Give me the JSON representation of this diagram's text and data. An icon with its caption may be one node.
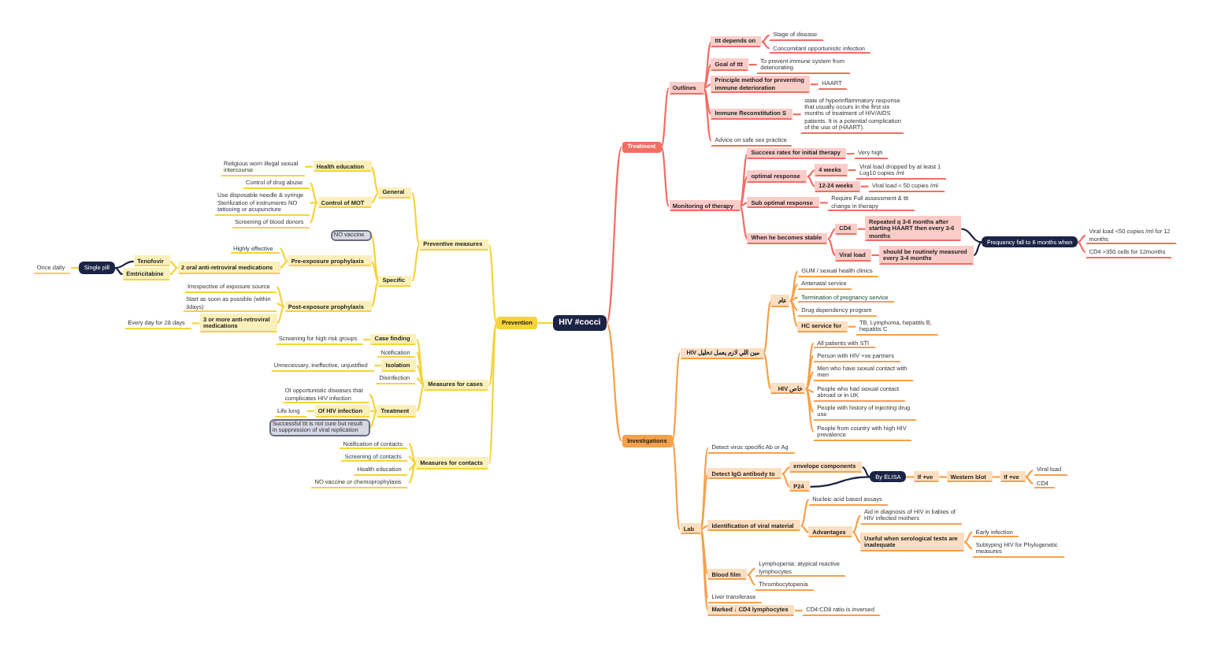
{
  "diagram": {
    "nodes": [
      {
        "text": [
          "HIV #cocci"
        ]
      },
      {
        "text": [
          "Prevention"
        ]
      },
      {
        "text": [
          "Preventive measures"
        ]
      },
      {
        "text": [
          "General"
        ]
      },
      {
        "text": [
          "Health education"
        ]
      },
      {
        "text": [
          "Religious worn illegal sexual intercourse"
        ]
      },
      {
        "text": [
          "Control of MOT"
        ]
      },
      {
        "text": [
          "Control of drug abuse"
        ]
      },
      {
        "text": [
          "Use disposable needle & syringe Sterilization of instruments NO tattooing or acupuncture"
        ]
      },
      {
        "text": [
          "Screening of blood donors"
        ]
      },
      {
        "text": [
          "Specific"
        ]
      },
      {
        "text": [
          "NO vaccine"
        ]
      },
      {
        "text": [
          "Pre-exposure prophylaxis"
        ]
      },
      {
        "text": [
          "Highly effective"
        ]
      },
      {
        "text": [
          "2 oral anti-retroviral medications"
        ]
      },
      {
        "text": [
          "Tenofovir"
        ]
      },
      {
        "text": [
          "Emtricitabine"
        ]
      },
      {
        "text": [
          "Single pill"
        ]
      },
      {
        "text": [
          "Once daily"
        ]
      },
      {
        "text": [
          "Post-exposure prophylaxis"
        ]
      },
      {
        "text": [
          "Irrespective of exposure source"
        ]
      },
      {
        "text": [
          "Start as soon as possible (within 3days)"
        ]
      },
      {
        "text": [
          "3 or more anti-retroviral medications"
        ]
      },
      {
        "text": [
          "Every day for 28 days"
        ]
      },
      {
        "text": [
          "Measures for cases"
        ]
      },
      {
        "text": [
          "Case finding"
        ]
      },
      {
        "text": [
          "Screening for high risk groups"
        ]
      },
      {
        "text": [
          "Notification"
        ]
      },
      {
        "text": [
          "Isolation"
        ]
      },
      {
        "text": [
          "Unnecessary, ineffective, unjustified"
        ]
      },
      {
        "text": [
          "Disinfection"
        ]
      },
      {
        "text": [
          "Treatment"
        ]
      },
      {
        "text": [
          "OI opportunistic diseases that complicates HIV infection"
        ]
      },
      {
        "text": [
          "Of HIV infection"
        ]
      },
      {
        "text": [
          "Life long"
        ]
      },
      {
        "text": [
          "Successful ttt is not cure but result in suppression of viral replication"
        ]
      },
      {
        "text": [
          "Measures for contacts"
        ]
      },
      {
        "text": [
          "Notification of contacts"
        ]
      },
      {
        "text": [
          "Screening of contacts"
        ]
      },
      {
        "text": [
          "Health education"
        ]
      },
      {
        "text": [
          "NO vaccine or chemoprophylaxis"
        ]
      },
      {
        "text": [
          "Treatment"
        ]
      },
      {
        "text": [
          "Outlines"
        ]
      },
      {
        "text": [
          "ttt depends on"
        ]
      },
      {
        "text": [
          "Stage of disease"
        ]
      },
      {
        "text": [
          "Concomitant opportunistic infection"
        ]
      },
      {
        "text": [
          "Goal of ttt"
        ]
      },
      {
        "text": [
          "To prevent immune system from deteriorating"
        ]
      },
      {
        "text": [
          "Principle method for preventing immune deterioration"
        ]
      },
      {
        "text": [
          "HAART"
        ]
      },
      {
        "text": [
          "Immune Reconstitution S"
        ]
      },
      {
        "text": [
          "state of hyperinflammatory response that usually occurs in the first six months of treatment of HIV/AIDS patients. It is a potential complication of the use of (HAART)."
        ]
      },
      {
        "text": [
          "Advice on safe sex practice"
        ]
      },
      {
        "text": [
          "Monitoring of therapy"
        ]
      },
      {
        "text": [
          "Success rates for initial therapy"
        ]
      },
      {
        "text": [
          "Very high"
        ]
      },
      {
        "text": [
          "optimal response"
        ]
      },
      {
        "text": [
          "4 weeks"
        ]
      },
      {
        "text": [
          "Viral load dropped by at least 1 Log10 copies /ml"
        ]
      },
      {
        "text": [
          "12-24 weeks"
        ]
      },
      {
        "text": [
          "Viral load < 50 copies /ml"
        ]
      },
      {
        "text": [
          "Sub optimal response"
        ]
      },
      {
        "text": [
          "Require Full assessment & ttt change in therapy"
        ]
      },
      {
        "text": [
          "When he becomes stable"
        ]
      },
      {
        "text": [
          "CD4"
        ]
      },
      {
        "text": [
          "Repeated q 3-6 months after starting HAART then every 3-6 months"
        ]
      },
      {
        "text": [
          "Viral load"
        ]
      },
      {
        "text": [
          "should be routinely measured every 3-4 months"
        ]
      },
      {
        "text": [
          "Frequency fall to 6 months when"
        ]
      },
      {
        "text": [
          "Viral load <50 copies /ml for 12 months"
        ]
      },
      {
        "text": [
          "CD4 >350 cells for 12months"
        ]
      },
      {
        "text": [
          "Investigations"
        ]
      },
      {
        "text": [
          "مين اللي لازم يعمل تحليل HIV"
        ]
      },
      {
        "text": [
          "عام"
        ]
      },
      {
        "text": [
          "GUM / sexual health clinics"
        ]
      },
      {
        "text": [
          "Antenatal service"
        ]
      },
      {
        "text": [
          "Termination of pregnancy service"
        ]
      },
      {
        "text": [
          "Drug dependency program"
        ]
      },
      {
        "text": [
          "HC service for"
        ]
      },
      {
        "text": [
          "TB, Lymphoma, hepatitis B, hepatitis C"
        ]
      },
      {
        "text": [
          "خاص HIV"
        ]
      },
      {
        "text": [
          "All patients with STI"
        ]
      },
      {
        "text": [
          "Person with HIV +ve partners"
        ]
      },
      {
        "text": [
          "Men who have sexual contact with men"
        ]
      },
      {
        "text": [
          "People who had sexual contact abroad or in UK"
        ]
      },
      {
        "text": [
          "People with history of injecting drug use"
        ]
      },
      {
        "text": [
          "People from country with high HIV prevalence"
        ]
      },
      {
        "text": [
          "Lab"
        ]
      },
      {
        "text": [
          "Detect virus specific Ab or Ag"
        ]
      },
      {
        "text": [
          "Detect IgG antibody to"
        ]
      },
      {
        "text": [
          "envelope components"
        ]
      },
      {
        "text": [
          "P24"
        ]
      },
      {
        "text": [
          "By ELISA"
        ]
      },
      {
        "text": [
          "If +ve"
        ]
      },
      {
        "text": [
          "Western blot"
        ]
      },
      {
        "text": [
          "If +ve"
        ]
      },
      {
        "text": [
          "Viral load"
        ]
      },
      {
        "text": [
          "CD4"
        ]
      },
      {
        "text": [
          "Identification of viral material"
        ]
      },
      {
        "text": [
          "Nucleic acid based assays"
        ]
      },
      {
        "text": [
          "Advantages"
        ]
      },
      {
        "text": [
          "Aid in diagnosis of HIV in babies of HIV infected mothers"
        ]
      },
      {
        "text": [
          "Useful when serological tests are inadequate"
        ]
      },
      {
        "text": [
          "Early infection"
        ]
      },
      {
        "text": [
          "Subtyping HIV for Phylogenetic measures"
        ]
      },
      {
        "text": [
          "Blood film"
        ]
      },
      {
        "text": [
          "Lymphopenia: atypical reactive lymphocytes"
        ]
      },
      {
        "text": [
          "Thrombocytopenia"
        ]
      },
      {
        "text": [
          "Liver transferase"
        ]
      },
      {
        "text": [
          "Marked ↓ CD4 lymphocytes"
        ]
      },
      {
        "text": [
          "CD4:CD8 ratio is inversed"
        ]
      }
    ],
    "edges": [
      {
        "from": 0,
        "to": 1,
        "arrow": "none",
        "color": "#f5d33a"
      },
      {
        "from": 1,
        "to": 2,
        "arrow": "none",
        "color": "#f5d33a"
      },
      {
        "from": 2,
        "to": 3,
        "arrow": "none",
        "color": "#f5d33a"
      },
      {
        "from": 3,
        "to": 4,
        "arrow": "none",
        "color": "#f5d33a"
      },
      {
        "from": 4,
        "to": 5,
        "arrow": "none",
        "color": "#f5d33a"
      },
      {
        "from": 3,
        "to": 6,
        "arrow": "none",
        "color": "#f5d33a"
      },
      {
        "from": 6,
        "to": 7,
        "arrow": "none",
        "color": "#f5d33a"
      },
      {
        "from": 6,
        "to": 8,
        "arrow": "none",
        "color": "#f5d33a"
      },
      {
        "from": 6,
        "to": 9,
        "arrow": "none",
        "color": "#f5d33a"
      },
      {
        "from": 2,
        "to": 10,
        "arrow": "none",
        "color": "#f5d33a"
      },
      {
        "from": 10,
        "to": 11,
        "arrow": "none",
        "color": "#f5d33a"
      },
      {
        "from": 10,
        "to": 12,
        "arrow": "none",
        "color": "#f5d33a"
      },
      {
        "from": 12,
        "to": 13,
        "arrow": "none",
        "color": "#f5d33a"
      },
      {
        "from": 12,
        "to": 14,
        "arrow": "none",
        "color": "#f5d33a"
      },
      {
        "from": 14,
        "to": 15,
        "arrow": "none",
        "color": "#f5d33a"
      },
      {
        "from": 14,
        "to": 16,
        "arrow": "none",
        "color": "#f5d33a"
      },
      {
        "from": 15,
        "to": 17,
        "arrow": "none",
        "color": "#1b2444"
      },
      {
        "from": 16,
        "to": 17,
        "arrow": "none",
        "color": "#1b2444"
      },
      {
        "from": 17,
        "to": 18,
        "arrow": "none",
        "color": "#f5d33a"
      },
      {
        "from": 10,
        "to": 19,
        "arrow": "none",
        "color": "#f5d33a"
      },
      {
        "from": 19,
        "to": 20,
        "arrow": "none",
        "color": "#f5d33a"
      },
      {
        "from": 19,
        "to": 21,
        "arrow": "none",
        "color": "#f5d33a"
      },
      {
        "from": 19,
        "to": 22,
        "arrow": "none",
        "color": "#f5d33a"
      },
      {
        "from": 22,
        "to": 23,
        "arrow": "none",
        "color": "#f5d33a"
      },
      {
        "from": 1,
        "to": 24,
        "arrow": "none",
        "color": "#f5d33a"
      },
      {
        "from": 24,
        "to": 25,
        "arrow": "none",
        "color": "#f5d33a"
      },
      {
        "from": 25,
        "to": 26,
        "arrow": "none",
        "color": "#f5d33a"
      },
      {
        "from": 24,
        "to": 27,
        "arrow": "none",
        "color": "#f5d33a"
      },
      {
        "from": 24,
        "to": 28,
        "arrow": "none",
        "color": "#f5d33a"
      },
      {
        "from": 28,
        "to": 29,
        "arrow": "none",
        "color": "#f5d33a"
      },
      {
        "from": 24,
        "to": 30,
        "arrow": "none",
        "color": "#f5d33a"
      },
      {
        "from": 24,
        "to": 31,
        "arrow": "none",
        "color": "#f5d33a"
      },
      {
        "from": 31,
        "to": 32,
        "arrow": "none",
        "color": "#f5d33a"
      },
      {
        "from": 31,
        "to": 33,
        "arrow": "none",
        "color": "#f5d33a"
      },
      {
        "from": 33,
        "to": 34,
        "arrow": "none",
        "color": "#f5d33a"
      },
      {
        "from": 31,
        "to": 35,
        "arrow": "none",
        "color": "#f5d33a"
      },
      {
        "from": 1,
        "to": 36,
        "arrow": "none",
        "color": "#f5d33a"
      },
      {
        "from": 36,
        "to": 37,
        "arrow": "none",
        "color": "#f5d33a"
      },
      {
        "from": 36,
        "to": 38,
        "arrow": "none",
        "color": "#f5d33a"
      },
      {
        "from": 36,
        "to": 39,
        "arrow": "none",
        "color": "#f5d33a"
      },
      {
        "from": 36,
        "to": 40,
        "arrow": "none",
        "color": "#f5d33a"
      },
      {
        "from": 0,
        "to": 41,
        "arrow": "none",
        "color": "#f26d63"
      },
      {
        "from": 41,
        "to": 42,
        "arrow": "none",
        "color": "#f26d63"
      },
      {
        "from": 42,
        "to": 43,
        "arrow": "none",
        "color": "#f26d63"
      },
      {
        "from": 43,
        "to": 44,
        "arrow": "none",
        "color": "#f26d63"
      },
      {
        "from": 43,
        "to": 45,
        "arrow": "none",
        "color": "#f26d63"
      },
      {
        "from": 42,
        "to": 46,
        "arrow": "none",
        "color": "#f26d63"
      },
      {
        "from": 46,
        "to": 47,
        "arrow": "none",
        "color": "#f26d63"
      },
      {
        "from": 42,
        "to": 48,
        "arrow": "none",
        "color": "#f26d63"
      },
      {
        "from": 48,
        "to": 49,
        "arrow": "none",
        "color": "#f26d63"
      },
      {
        "from": 42,
        "to": 50,
        "arrow": "none",
        "color": "#f26d63"
      },
      {
        "from": 50,
        "to": 51,
        "arrow": "none",
        "color": "#f26d63"
      },
      {
        "from": 42,
        "to": 52,
        "arrow": "none",
        "color": "#f26d63"
      },
      {
        "from": 41,
        "to": 53,
        "arrow": "none",
        "color": "#f26d63"
      },
      {
        "from": 53,
        "to": 54,
        "arrow": "none",
        "color": "#f26d63"
      },
      {
        "from": 54,
        "to": 55,
        "arrow": "none",
        "color": "#f26d63"
      },
      {
        "from": 53,
        "to": 56,
        "arrow": "none",
        "color": "#f26d63"
      },
      {
        "from": 56,
        "to": 57,
        "arrow": "none",
        "color": "#f26d63"
      },
      {
        "from": 57,
        "to": 58,
        "arrow": "none",
        "color": "#f26d63"
      },
      {
        "from": 56,
        "to": 59,
        "arrow": "none",
        "color": "#f26d63"
      },
      {
        "from": 59,
        "to": 60,
        "arrow": "none",
        "color": "#f26d63"
      },
      {
        "from": 53,
        "to": 61,
        "arrow": "none",
        "color": "#f26d63"
      },
      {
        "from": 61,
        "to": 62,
        "arrow": "none",
        "color": "#f26d63"
      },
      {
        "from": 53,
        "to": 63,
        "arrow": "none",
        "color": "#f26d63"
      },
      {
        "from": 63,
        "to": 64,
        "arrow": "none",
        "color": "#f26d63"
      },
      {
        "from": 64,
        "to": 65,
        "arrow": "none",
        "color": "#f26d63"
      },
      {
        "from": 63,
        "to": 66,
        "arrow": "none",
        "color": "#f26d63"
      },
      {
        "from": 66,
        "to": 67,
        "arrow": "none",
        "color": "#f26d63"
      },
      {
        "from": 65,
        "to": 68,
        "arrow": "none",
        "color": "#1b2444"
      },
      {
        "from": 67,
        "to": 68,
        "arrow": "none",
        "color": "#1b2444"
      },
      {
        "from": 68,
        "to": 69,
        "arrow": "none",
        "color": "#f26d63"
      },
      {
        "from": 68,
        "to": 70,
        "arrow": "none",
        "color": "#f26d63"
      },
      {
        "from": 0,
        "to": 71,
        "arrow": "none",
        "color": "#f5a04a"
      },
      {
        "from": 71,
        "to": 72,
        "arrow": "none",
        "color": "#f5a04a"
      },
      {
        "from": 72,
        "to": 73,
        "arrow": "none",
        "color": "#f5a04a"
      },
      {
        "from": 73,
        "to": 74,
        "arrow": "none",
        "color": "#f5a04a"
      },
      {
        "from": 73,
        "to": 75,
        "arrow": "none",
        "color": "#f5a04a"
      },
      {
        "from": 73,
        "to": 76,
        "arrow": "none",
        "color": "#f5a04a"
      },
      {
        "from": 73,
        "to": 77,
        "arrow": "none",
        "color": "#f5a04a"
      },
      {
        "from": 73,
        "to": 78,
        "arrow": "none",
        "color": "#f5a04a"
      },
      {
        "from": 78,
        "to": 79,
        "arrow": "none",
        "color": "#f5a04a"
      },
      {
        "from": 72,
        "to": 80,
        "arrow": "none",
        "color": "#f5a04a"
      },
      {
        "from": 80,
        "to": 81,
        "arrow": "none",
        "color": "#f5a04a"
      },
      {
        "from": 80,
        "to": 82,
        "arrow": "none",
        "color": "#f5a04a"
      },
      {
        "from": 80,
        "to": 83,
        "arrow": "none",
        "color": "#f5a04a"
      },
      {
        "from": 80,
        "to": 84,
        "arrow": "none",
        "color": "#f5a04a"
      },
      {
        "from": 80,
        "to": 85,
        "arrow": "none",
        "color": "#f5a04a"
      },
      {
        "from": 80,
        "to": 86,
        "arrow": "none",
        "color": "#f5a04a"
      },
      {
        "from": 71,
        "to": 87,
        "arrow": "none",
        "color": "#f5a04a"
      },
      {
        "from": 87,
        "to": 88,
        "arrow": "none",
        "color": "#f5a04a"
      },
      {
        "from": 87,
        "to": 89,
        "arrow": "none",
        "color": "#f5a04a"
      },
      {
        "from": 89,
        "to": 90,
        "arrow": "none",
        "color": "#f5a04a"
      },
      {
        "from": 89,
        "to": 91,
        "arrow": "none",
        "color": "#f5a04a"
      },
      {
        "from": 90,
        "to": 92,
        "arrow": "none",
        "color": "#1b2444"
      },
      {
        "from": 91,
        "to": 92,
        "arrow": "none",
        "color": "#1b2444"
      },
      {
        "from": 92,
        "to": 93,
        "arrow": "none",
        "color": "#f5a04a"
      },
      {
        "from": 93,
        "to": 94,
        "arrow": "none",
        "color": "#f5a04a"
      },
      {
        "from": 94,
        "to": 95,
        "arrow": "none",
        "color": "#f5a04a"
      },
      {
        "from": 95,
        "to": 96,
        "arrow": "none",
        "color": "#f5a04a"
      },
      {
        "from": 95,
        "to": 97,
        "arrow": "none",
        "color": "#f5a04a"
      },
      {
        "from": 87,
        "to": 98,
        "arrow": "none",
        "color": "#f5a04a"
      },
      {
        "from": 98,
        "to": 99,
        "arrow": "none",
        "color": "#f5a04a"
      },
      {
        "from": 98,
        "to": 100,
        "arrow": "none",
        "color": "#f5a04a"
      },
      {
        "from": 100,
        "to": 101,
        "arrow": "none",
        "color": "#f5a04a"
      },
      {
        "from": 100,
        "to": 102,
        "arrow": "none",
        "color": "#f5a04a"
      },
      {
        "from": 102,
        "to": 103,
        "arrow": "none",
        "color": "#f5a04a"
      },
      {
        "from": 102,
        "to": 104,
        "arrow": "none",
        "color": "#f5a04a"
      },
      {
        "from": 87,
        "to": 105,
        "arrow": "none",
        "color": "#f5a04a"
      },
      {
        "from": 105,
        "to": 106,
        "arrow": "none",
        "color": "#f5a04a"
      },
      {
        "from": 105,
        "to": 107,
        "arrow": "none",
        "color": "#f5a04a"
      },
      {
        "from": 87,
        "to": 108,
        "arrow": "none",
        "color": "#f5a04a"
      },
      {
        "from": 87,
        "to": 109,
        "arrow": "none",
        "color": "#f5a04a"
      },
      {
        "from": 109,
        "to": 110,
        "arrow": "none",
        "color": "#f5a04a"
      }
    ]
  }
}
